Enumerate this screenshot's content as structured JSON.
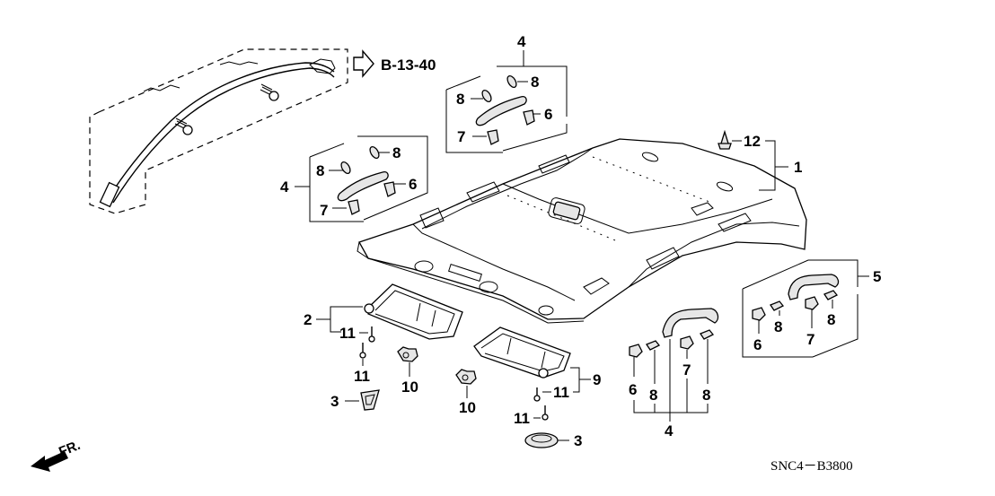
{
  "diagram": {
    "title_code": "SNC4－B3800",
    "reference": {
      "label": "B-13-40",
      "icon": "hollow-arrow-right-icon"
    },
    "direction_indicator": {
      "label": "FR.",
      "icon": "front-arrow-icon"
    },
    "parts": [
      {
        "id": "1",
        "name": "headliner"
      },
      {
        "id": "2",
        "name": "sunvisor-left-assembly"
      },
      {
        "id": "3",
        "name": "sunvisor-holder"
      },
      {
        "id": "4",
        "name": "assist-grip-assembly"
      },
      {
        "id": "5",
        "name": "assist-grip-assembly-rear"
      },
      {
        "id": "6",
        "name": "grip-cover"
      },
      {
        "id": "7",
        "name": "grip-cover"
      },
      {
        "id": "8",
        "name": "grip-clip"
      },
      {
        "id": "9",
        "name": "sunvisor-right-assembly"
      },
      {
        "id": "10",
        "name": "sunvisor-bracket"
      },
      {
        "id": "11",
        "name": "screw"
      },
      {
        "id": "12",
        "name": "headliner-clip"
      }
    ],
    "callouts": {
      "c1": "1",
      "c2": "2",
      "c3a": "3",
      "c3b": "3",
      "c4_top": "4",
      "c4_left": "4",
      "c4_bottom": "4",
      "c5": "5",
      "c6a": "6",
      "c6b": "6",
      "c6c": "6",
      "c6d": "6",
      "c7a": "7",
      "c7b": "7",
      "c7c": "7",
      "c7d": "7",
      "c8a": "8",
      "c8b": "8",
      "c8c": "8",
      "c8d": "8",
      "c8e": "8",
      "c8f": "8",
      "c8g": "8",
      "c8h": "8",
      "c9": "9",
      "c10a": "10",
      "c10b": "10",
      "c11a": "11",
      "c11b": "11",
      "c11c": "11",
      "c11d": "11",
      "c12": "12"
    }
  }
}
